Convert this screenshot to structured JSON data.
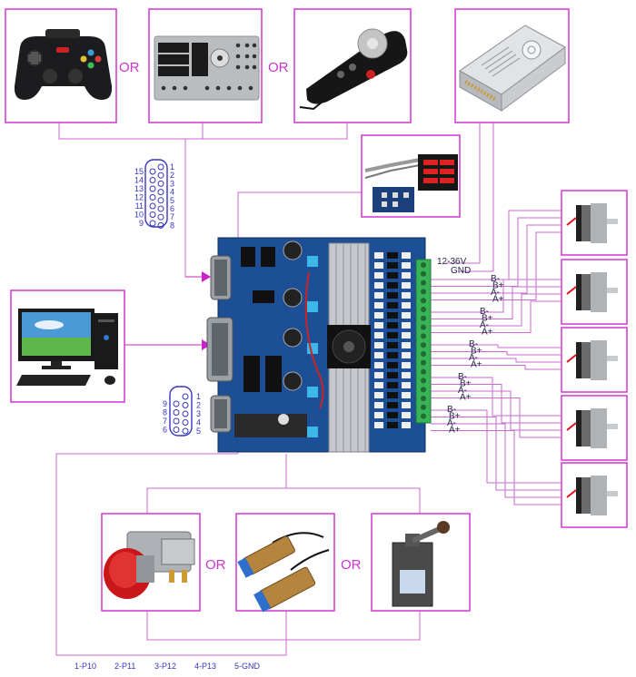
{
  "labels": {
    "or": "OR",
    "power_voltage": "12-36V",
    "power_gnd": "GND"
  },
  "colors": {
    "box_border": "#d633d6",
    "wire": "#c86ad0",
    "board": "#1d4f96",
    "pin_text": "#3535c0",
    "or_text": "#cc33cc"
  },
  "db15": {
    "left_pins": [
      "15",
      "14",
      "13",
      "12",
      "11",
      "10",
      "9"
    ],
    "right_pins": [
      "1",
      "2",
      "3",
      "4",
      "5",
      "6",
      "7",
      "8"
    ]
  },
  "db9": {
    "left_pins": [
      "9",
      "8",
      "7",
      "6"
    ],
    "right_pins": [
      "1",
      "2",
      "3",
      "4",
      "5"
    ]
  },
  "motor_pins": [
    "B-",
    "B+",
    "A-",
    "A+"
  ],
  "bottom_pins": [
    "1-P10",
    "2-P11",
    "3-P12",
    "4-P13",
    "5-GND"
  ],
  "icons": {
    "gamepad": "gamepad-icon",
    "mach3_panel": "control-panel-icon",
    "handwheel": "mpg-handwheel-icon",
    "power_supply": "power-supply-icon",
    "display": "display-module-icon",
    "computer": "desktop-computer-icon",
    "board": "controller-board-icon",
    "stepper": "stepper-motor-icon",
    "estop": "emergency-stop-icon",
    "sensor": "proximity-sensor-icon",
    "limit_switch": "limit-switch-icon"
  }
}
